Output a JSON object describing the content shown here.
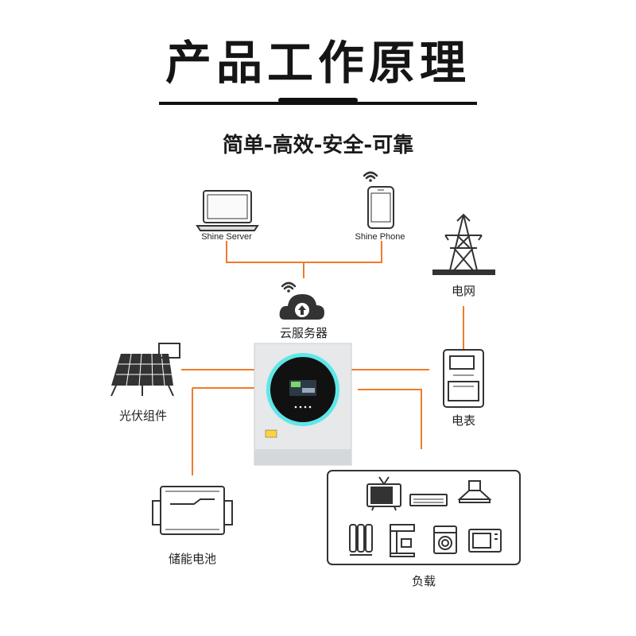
{
  "header": {
    "title": "产品工作原理",
    "subtitle": "简单-高效-安全-可靠"
  },
  "nodes": {
    "server": "Shine Server",
    "phone": "Shine Phone",
    "cloud": "云服务器",
    "grid": "电网",
    "meter": "电表",
    "solar": "光伏组件",
    "battery": "储能电池",
    "load": "负载"
  },
  "colors": {
    "line": "#f07a2a",
    "screen_glow": "#5fe7e8",
    "inverter_body": "#e6e8ea"
  },
  "icons": [
    "laptop-icon",
    "smartphone-icon",
    "wifi-icon",
    "cloud-upload-icon",
    "transmission-tower-icon",
    "electric-meter-icon",
    "solar-panel-icon",
    "inverter-icon",
    "battery-icon",
    "tv-icon",
    "air-conditioner-icon",
    "range-hood-icon",
    "radiator-icon",
    "coffee-machine-icon",
    "washing-machine-icon",
    "microwave-icon"
  ]
}
